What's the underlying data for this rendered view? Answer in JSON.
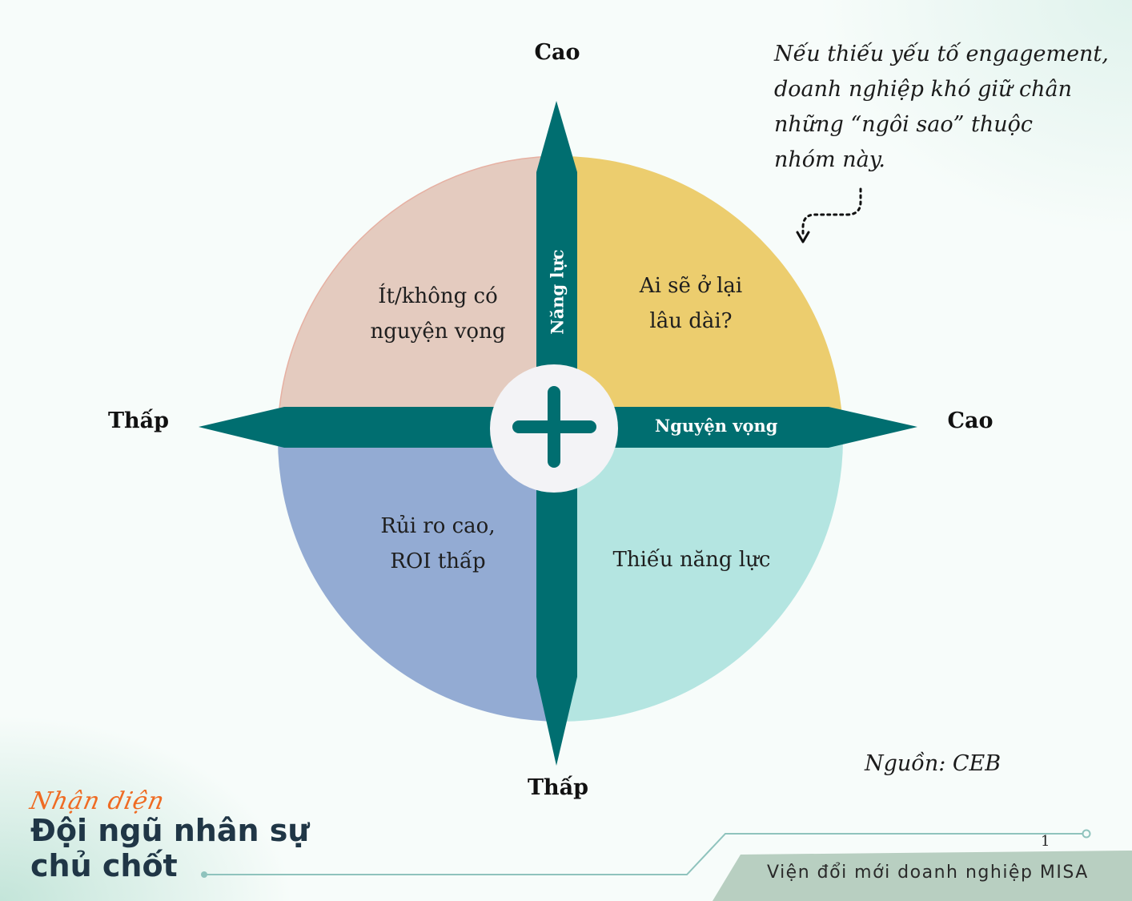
{
  "diagram": {
    "axis_labels": {
      "top": "Cao",
      "bottom": "Thấp",
      "left": "Thấp",
      "right": "Cao"
    },
    "vertical_axis_name": "Năng lực",
    "horizontal_axis_name": "Nguyện vọng",
    "quadrants": {
      "top_left": {
        "line1": "Ít/không có",
        "line2": "nguyện vọng",
        "color": "#e4cbbf"
      },
      "top_right": {
        "line1": "Ai sẽ ở lại",
        "line2": "lâu dài?",
        "color": "#eccd6e"
      },
      "bottom_left": {
        "line1": "Rủi ro cao,",
        "line2": "ROI thấp",
        "color": "#93abd3"
      },
      "bottom_right": {
        "line1": "Thiếu năng lực",
        "color": "#b4e5e1"
      }
    },
    "axis_color": "#006e70",
    "center_icon": "plus-icon"
  },
  "note": {
    "line1": "Nếu thiếu yếu tố engagement,",
    "line2": "doanh nghiệp khó giữ chân",
    "line3": "những “ngôi sao” thuộc",
    "line4": "nhóm này."
  },
  "source": "Nguồn: CEB",
  "branding": {
    "script": "Nhận diện",
    "title_line1": "Đội ngũ nhân sự",
    "title_line2": "chủ chốt",
    "script_color": "#ef6b23"
  },
  "page_number": "1",
  "footer": {
    "organization": "Viện đổi mới doanh nghiệp MISA"
  }
}
